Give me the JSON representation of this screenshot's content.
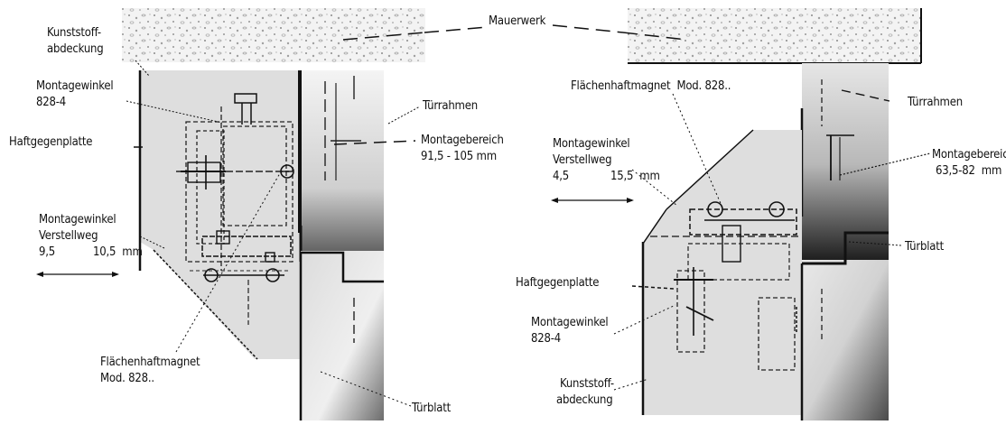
{
  "shared": {
    "masonry": "Mauerwerk"
  },
  "left": {
    "cover": [
      "Kunststoff-",
      "abdeckung"
    ],
    "bracket": [
      "Montagewinkel",
      "828-4"
    ],
    "counter_plate": "Haftgegenplatte",
    "door_frame": "Türrahmen",
    "mounting_range": [
      "Montagebereich",
      "91,5 - 105 mm"
    ],
    "adjustment": [
      "Montagewinkel",
      "Verstellweg",
      "9,5",
      "10,5  mm"
    ],
    "magnet": [
      "Flächenhaftmagnet",
      "Mod. 828.."
    ],
    "door_leaf": "Türblatt"
  },
  "right": {
    "magnet": "Flächenhaftmagnet  Mod. 828..",
    "door_frame": "Türrahmen",
    "adjustment": [
      "Montagewinkel",
      "Verstellweg",
      "4,5",
      "15,5  mm"
    ],
    "mounting_range": [
      "Montagebereich",
      "63,5-82  mm"
    ],
    "door_leaf": "Türblatt",
    "counter_plate": "Haftgegenplatte",
    "bracket": [
      "Montagewinkel",
      "828-4"
    ],
    "cover": [
      "Kunststoff-",
      "abdeckung"
    ]
  },
  "colors": {
    "cover_fill": "#dedede",
    "line": "#111111",
    "masonry_fill": "#f2f2f2"
  }
}
